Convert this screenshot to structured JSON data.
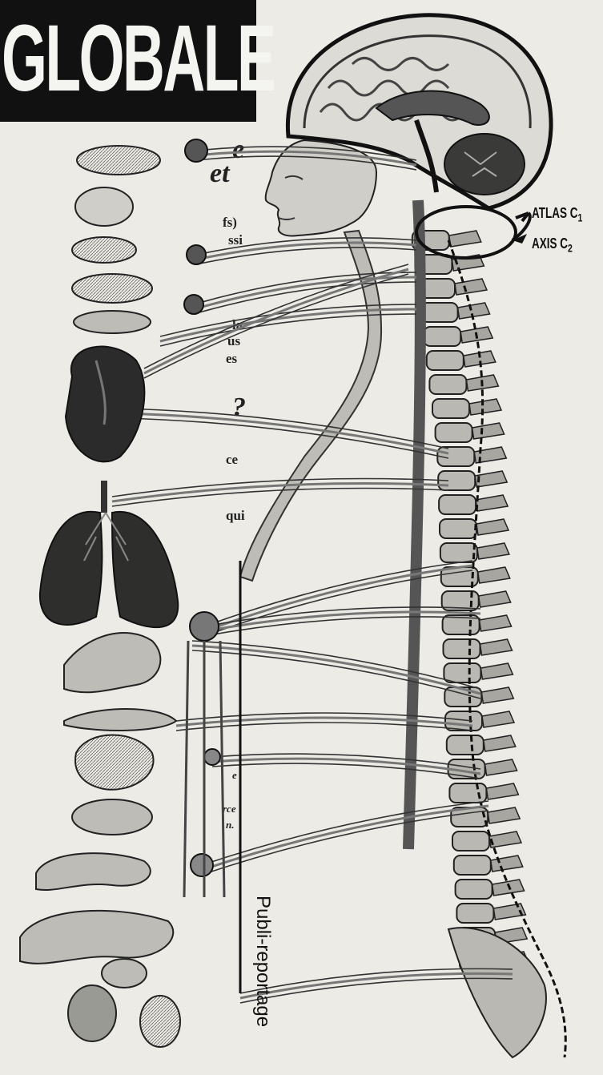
{
  "header": {
    "title": "GLOBALE"
  },
  "text_fragments": [
    {
      "id": "f1",
      "text": "e",
      "style": "big"
    },
    {
      "id": "f2",
      "text": "et",
      "style": "big"
    },
    {
      "id": "f3",
      "text": "fs)",
      "style": "mid"
    },
    {
      "id": "f4",
      "text": "ssi",
      "style": "mid"
    },
    {
      "id": "f5",
      "text": "la",
      "style": "mid"
    },
    {
      "id": "f6",
      "text": "us",
      "style": "mid"
    },
    {
      "id": "f7",
      "text": "es",
      "style": "mid"
    },
    {
      "id": "f8",
      "text": "?",
      "style": "big"
    },
    {
      "id": "f9",
      "text": "ce",
      "style": "mid"
    },
    {
      "id": "f10",
      "text": "qui",
      "style": "mid"
    },
    {
      "id": "f11",
      "text": "e",
      "style": "small"
    },
    {
      "id": "f12",
      "text": "rce",
      "style": "small"
    },
    {
      "id": "f13",
      "text": "n.",
      "style": "small"
    }
  ],
  "labels": {
    "atlas_main": "ATLAS C",
    "atlas_sub": "1",
    "axis_main": "AXIS C",
    "axis_sub": "2"
  },
  "footer": {
    "vertical_label": "Publi-reportage"
  },
  "colors": {
    "background": "#ecebe6",
    "ink": "#111111",
    "organ_dark": "#2b2b2b",
    "organ_mid": "#8d8d88",
    "bone": "#b9b8b2"
  }
}
